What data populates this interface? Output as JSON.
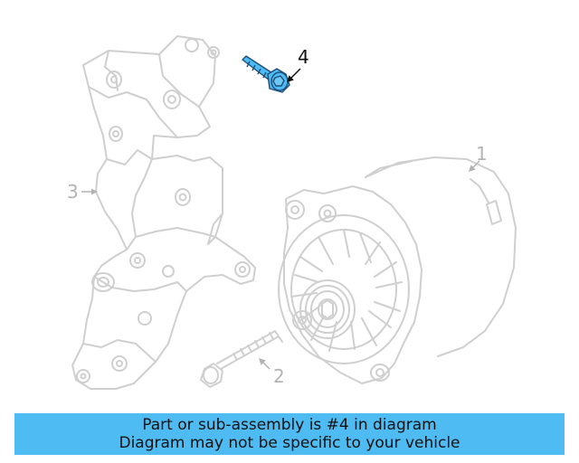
{
  "callouts": {
    "part_1": "1",
    "part_2": "2",
    "part_3": "3",
    "part_4": "4"
  },
  "highlight_color": "#4ebbf2",
  "banner": {
    "line1": "Part or sub-assembly is #4 in diagram",
    "line2": "Diagram may not be specific to your vehicle"
  }
}
